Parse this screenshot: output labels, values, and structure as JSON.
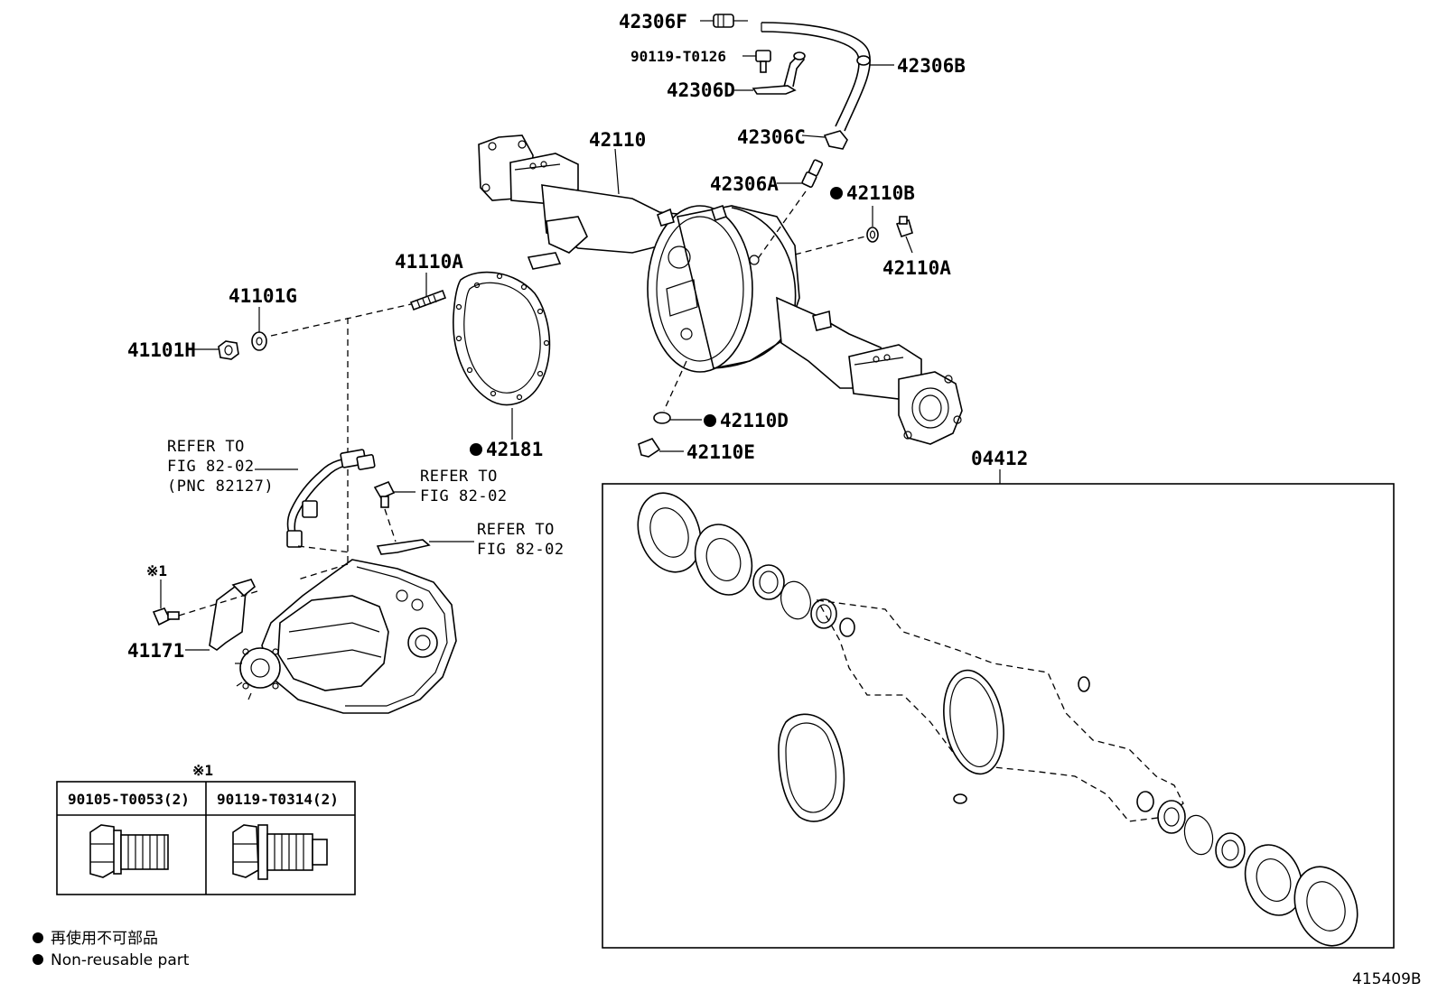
{
  "parts": {
    "p42306F": "42306F",
    "p90119T0126": "90119-T0126",
    "p42306B": "42306B",
    "p42306D": "42306D",
    "p42110": "42110",
    "p42306C": "42306C",
    "p42306A": "42306A",
    "p42110B": "42110B",
    "p42110A": "42110A",
    "p41110A": "41110A",
    "p41101G": "41101G",
    "p41101H": "41101H",
    "p42181": "42181",
    "p42110D": "42110D",
    "p42110E": "42110E",
    "p04412": "04412",
    "p41171": "41171"
  },
  "references": {
    "harness": [
      "REFER TO",
      "FIG 82-02",
      "(PNC 82127)"
    ],
    "bolt": [
      "REFER TO",
      "FIG 82-02"
    ],
    "bracket": [
      "REFER TO",
      "FIG 82-02"
    ]
  },
  "note_mark": "※1",
  "bolt_table": {
    "mark": "※1",
    "columns": [
      "90105-T0053(2)",
      "90119-T0314(2)"
    ]
  },
  "legend": {
    "items": [
      {
        "symbol": "●",
        "text": "再使用不可部品"
      },
      {
        "symbol": "●",
        "text": "Non-reusable part"
      }
    ]
  },
  "figure_id": "415409B",
  "non_reusable_marker": "●"
}
